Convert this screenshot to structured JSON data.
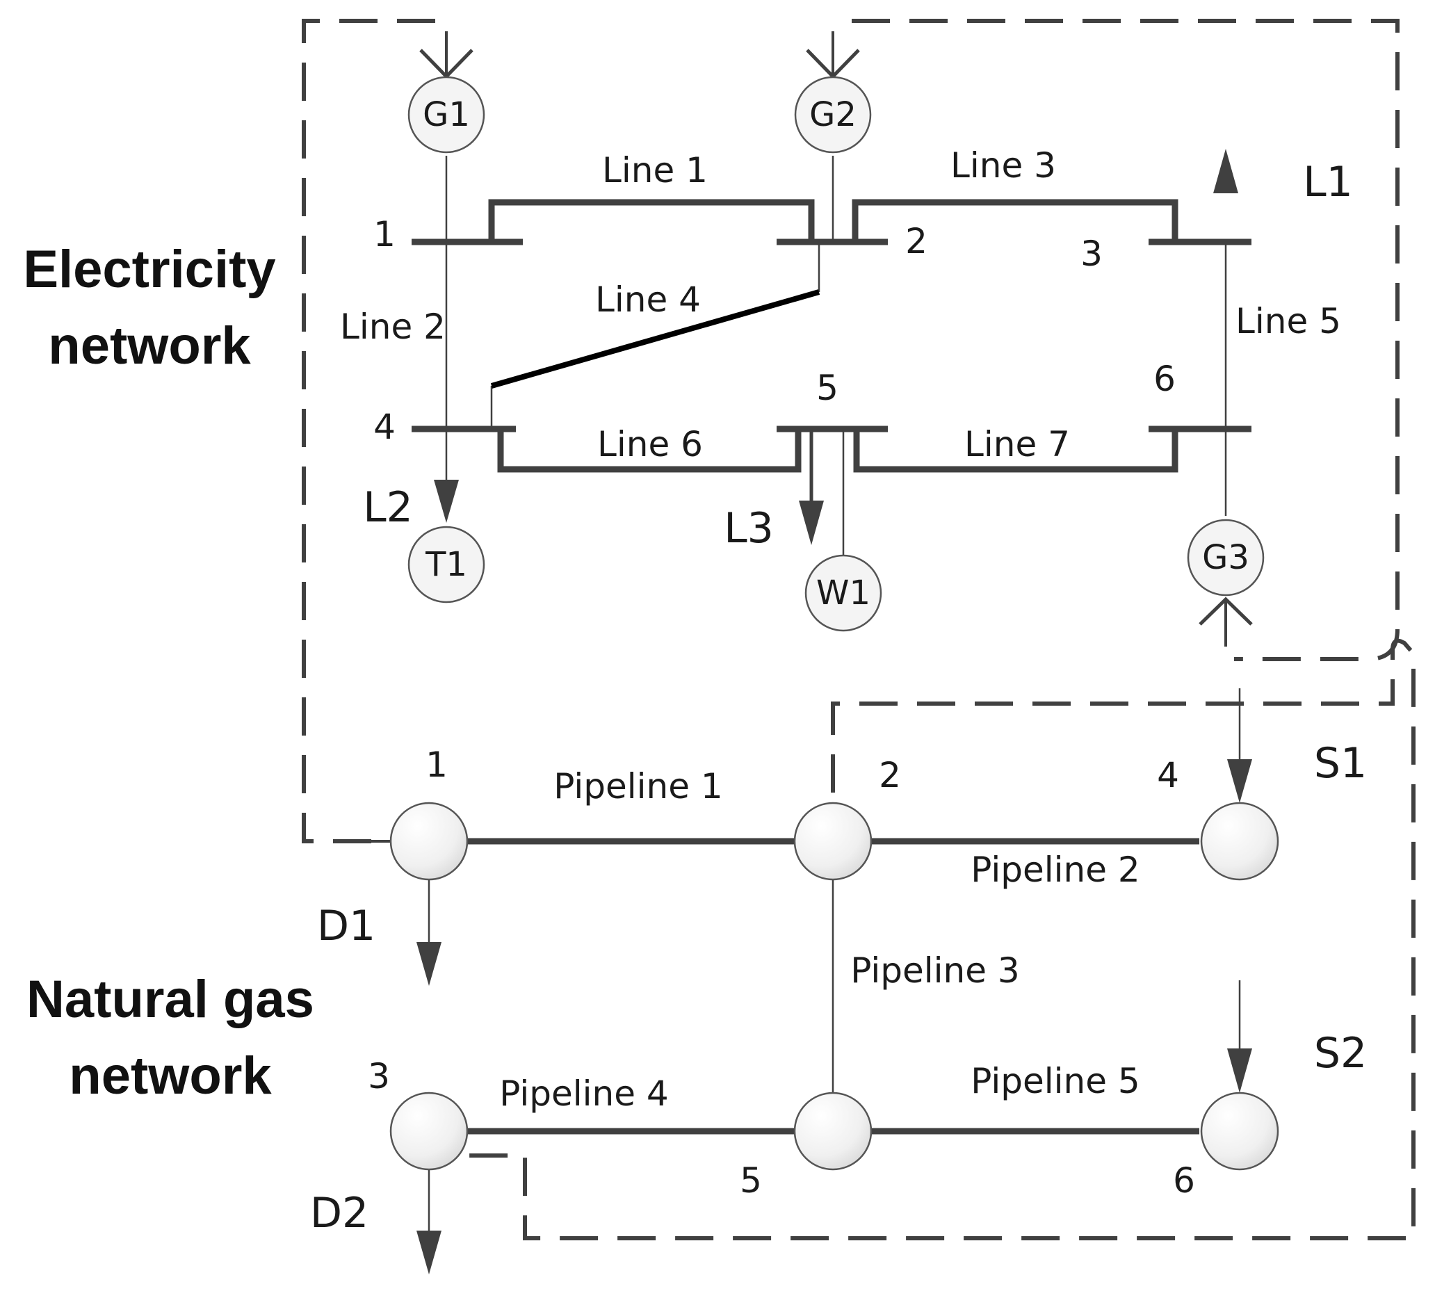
{
  "titles": {
    "electricity_line1": "Electricity",
    "electricity_line2": "network",
    "gas_line1": "Natural gas",
    "gas_line2": "network"
  },
  "electricity": {
    "buses": [
      "1",
      "2",
      "3",
      "4",
      "5",
      "6"
    ],
    "lines": [
      "Line 1",
      "Line 2",
      "Line 3",
      "Line 4",
      "Line 5",
      "Line 6",
      "Line 7"
    ],
    "units": [
      "G1",
      "G2",
      "G3",
      "T1",
      "W1"
    ],
    "loads": [
      "L1",
      "L2",
      "L3"
    ]
  },
  "gas": {
    "nodes": [
      "1",
      "2",
      "3",
      "4",
      "5",
      "6"
    ],
    "pipelines": [
      "Pipeline 1",
      "Pipeline 2",
      "Pipeline 3",
      "Pipeline 4",
      "Pipeline 5"
    ],
    "demands": [
      "D1",
      "D2"
    ],
    "sources": [
      "S1",
      "S2"
    ]
  },
  "colors": {
    "line": "#404040",
    "node_fill": "#f4f4f4"
  }
}
